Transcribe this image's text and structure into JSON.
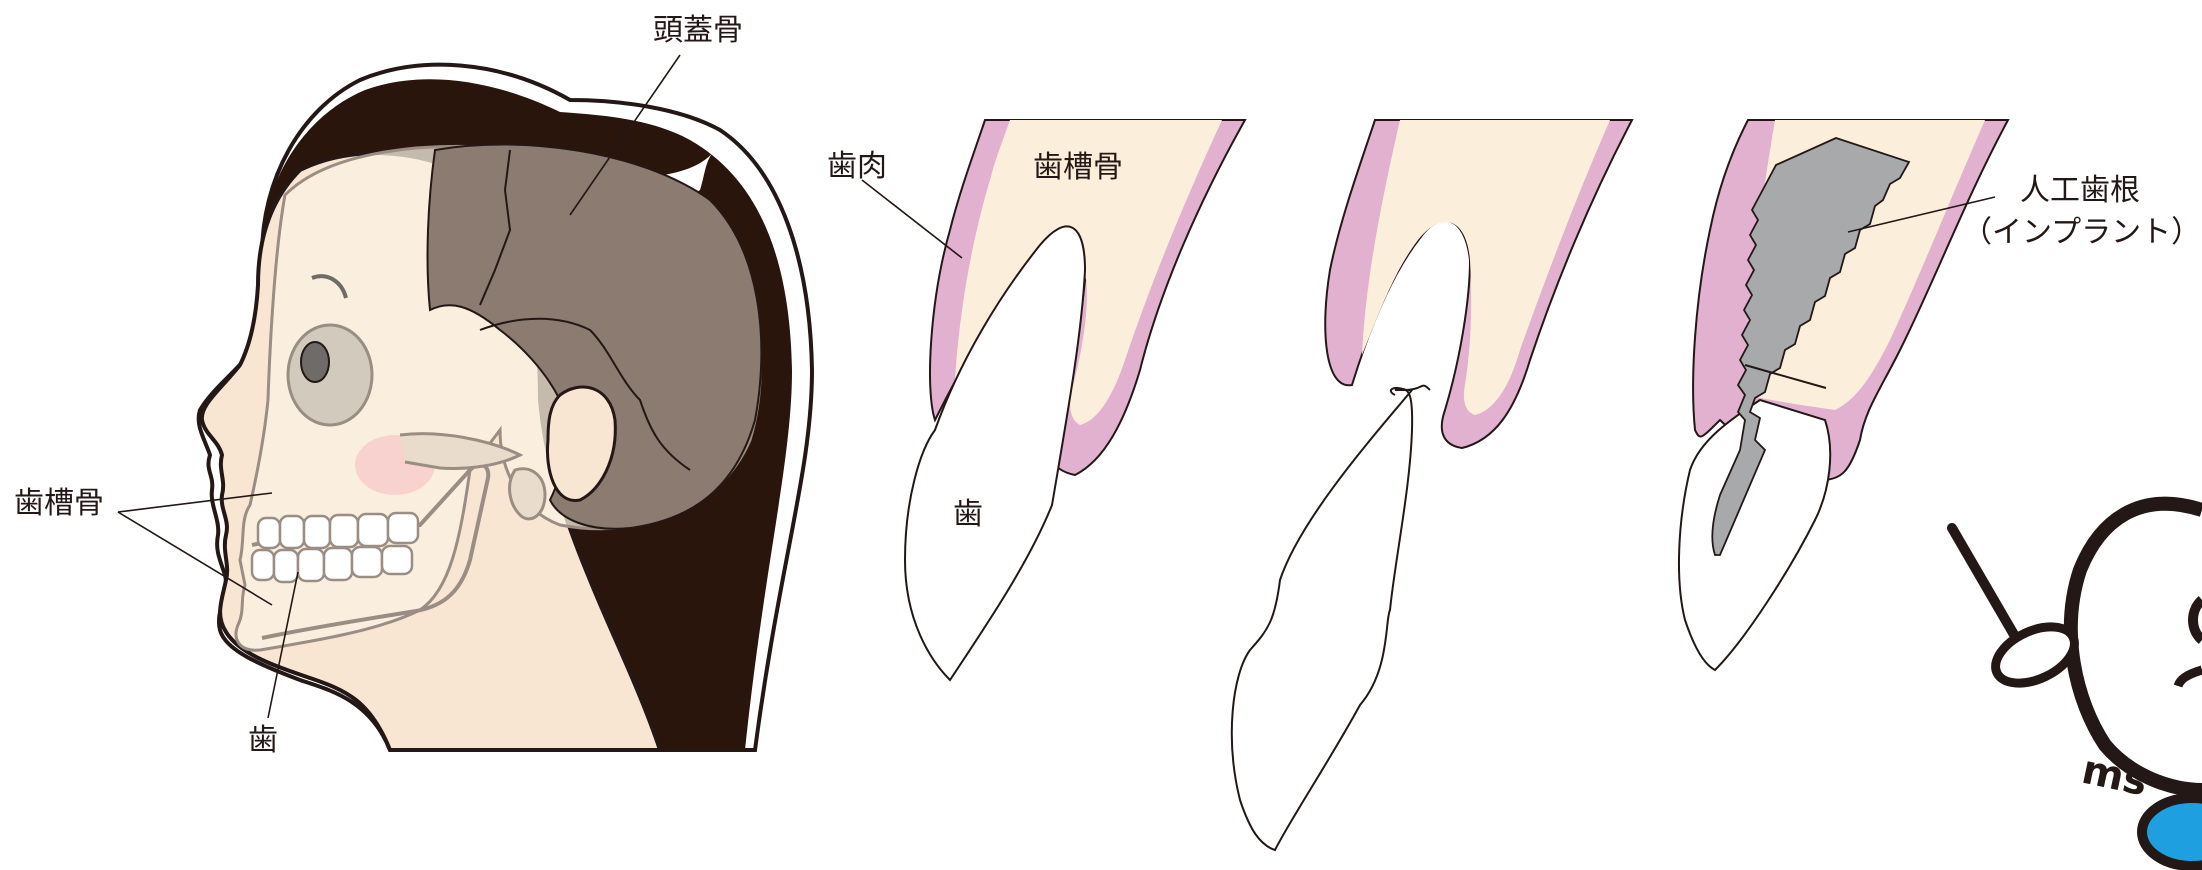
{
  "labels": {
    "skull": "頭蓋骨",
    "alveolar_bone_head": "歯槽骨",
    "tooth_head": "歯",
    "gum": "歯肉",
    "alveolar_bone_panel": "歯槽骨",
    "tooth_panel": "歯",
    "implant_line1": "人工歯根",
    "implant_line2": "（インプラント）"
  },
  "logo_text": "ms",
  "colors": {
    "hair": "#2a150c",
    "skin": "#f8e6d2",
    "skull_fill": "#fbf1e3",
    "cranium": "#8b7b71",
    "gum": "#e2b1d0",
    "bone": "#fbefdc",
    "implant": "#a7a9ab",
    "accent_blue": "#1e9fe0"
  }
}
